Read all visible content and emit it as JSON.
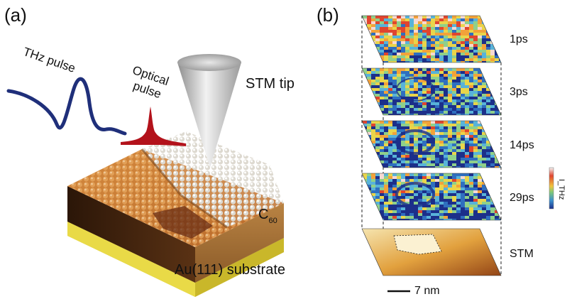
{
  "panels": {
    "a": {
      "label": "(a)",
      "thz_pulse_label": "THz pulse",
      "optical_label_line1": "Optical",
      "optical_label_line2": "pulse",
      "stm_tip_label": "STM tip",
      "c60_label_main": "C",
      "c60_label_sub": "60",
      "substrate_label": "Au(111) substrate"
    },
    "b": {
      "label": "(b)",
      "maps": [
        {
          "label": "1ps"
        },
        {
          "label": "3ps"
        },
        {
          "label": "14ps"
        },
        {
          "label": "29ps"
        },
        {
          "label": "STM"
        }
      ],
      "colorbar_label": "I_THz",
      "scalebar_label": "7 nm"
    }
  },
  "colors": {
    "thz_wave": "#1f2f7a",
    "optical_pulse": "#b3121b",
    "tip": "#cfcfcf",
    "c60_layer": "#b57b3e",
    "substrate": "#e2d23a",
    "map_low": "#1c3e9a",
    "map_high": "#e03a2a"
  }
}
